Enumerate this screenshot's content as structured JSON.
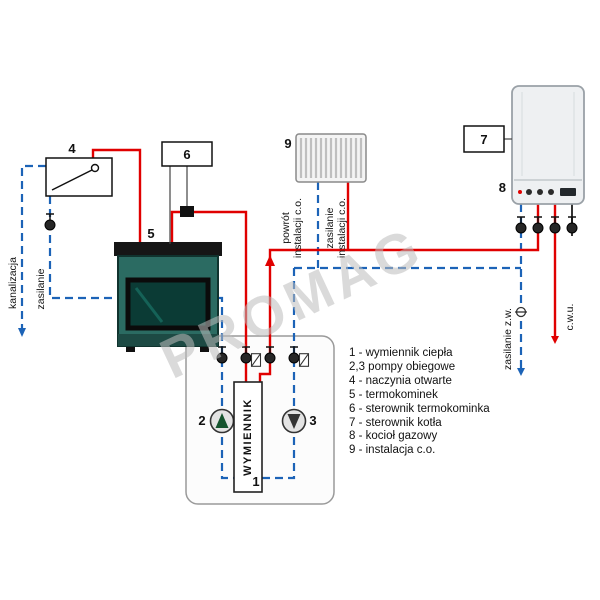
{
  "diagram": {
    "watermark": "PROMAG",
    "colors": {
      "supply_red": "#e00000",
      "return_blue": "#1c63b7",
      "fireplace_teal": "#2b6b62"
    },
    "component_numbers": {
      "exchanger": "1",
      "pump_left": "2",
      "pump_right": "3",
      "expansion_vessel": "4",
      "fireplace": "5",
      "fireplace_controller": "6",
      "boiler_controller": "7",
      "boiler": "8",
      "radiator": "9"
    },
    "labels": {
      "kanalizacja": "kanalizacja",
      "zasilanie": "zasilanie",
      "powrot_co": [
        "powrót",
        "instalacji c.o."
      ],
      "zasilanie_co": [
        "zasilanie",
        "instalacji c.o."
      ],
      "zasilanie_zw": "zasilanie z.w.",
      "cwu": "c.w.u.",
      "wymiennik": "WYMIENNIK"
    },
    "legend": {
      "items": [
        "1 - wymiennik ciepła",
        "2,3 pompy obiegowe",
        "4 - naczynia otwarte",
        "5 - termokominek",
        "6 - sterownik termokominka",
        "7 - sterownik kotła",
        "8 - kocioł gazowy",
        "9 - instalacja c.o."
      ]
    }
  }
}
